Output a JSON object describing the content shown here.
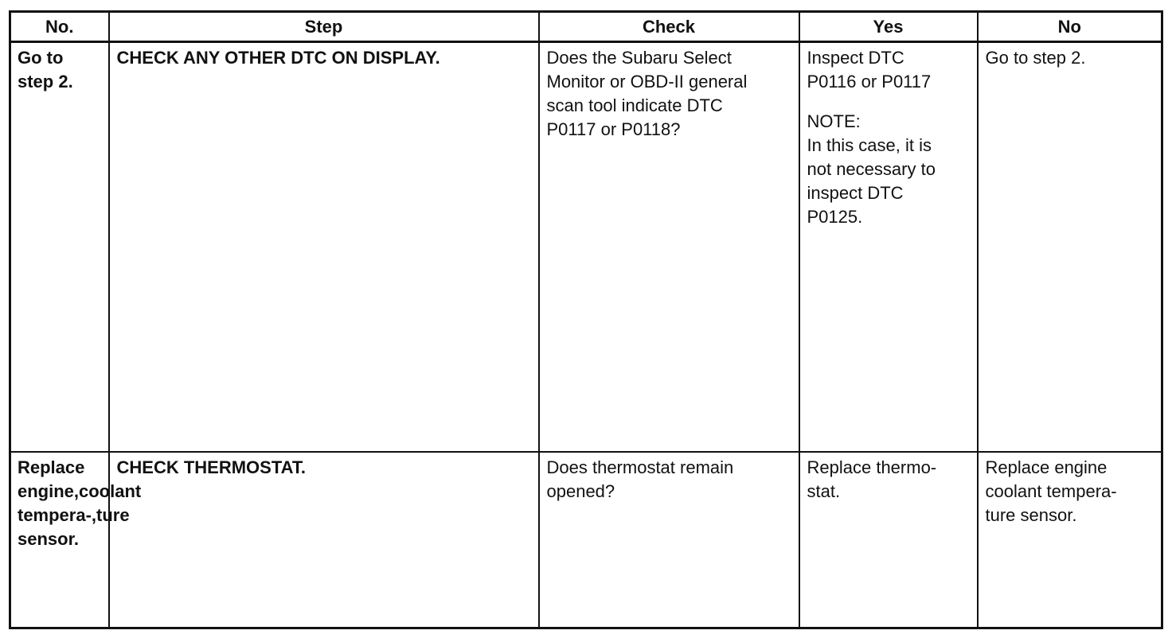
{
  "table": {
    "headers": {
      "no": "No.",
      "step": "Step",
      "check": "Check",
      "yes": "Yes",
      "no_col": "No"
    },
    "rows": [
      {
        "no": "Go to step 2.",
        "step": "CHECK ANY OTHER DTC ON DISPLAY.",
        "check": [
          "Does the Subaru Select",
          "Monitor or OBD-II general",
          "scan tool indicate DTC",
          "P0117 or P0118?"
        ],
        "yes": [
          "Inspect DTC",
          "P0116 or P0117"
        ],
        "yes_note": [
          "NOTE:",
          "In this case, it is",
          "not necessary to",
          "inspect DTC",
          "P0125."
        ]
      },
      {
        "no": [
          "Replace engine",
          "coolant tempera-",
          "ture sensor."
        ],
        "step": "CHECK THERMOSTAT.",
        "check": [
          "Does thermostat remain",
          "opened?"
        ],
        "yes": [
          "Replace thermo-",
          "stat."
        ]
      }
    ]
  }
}
